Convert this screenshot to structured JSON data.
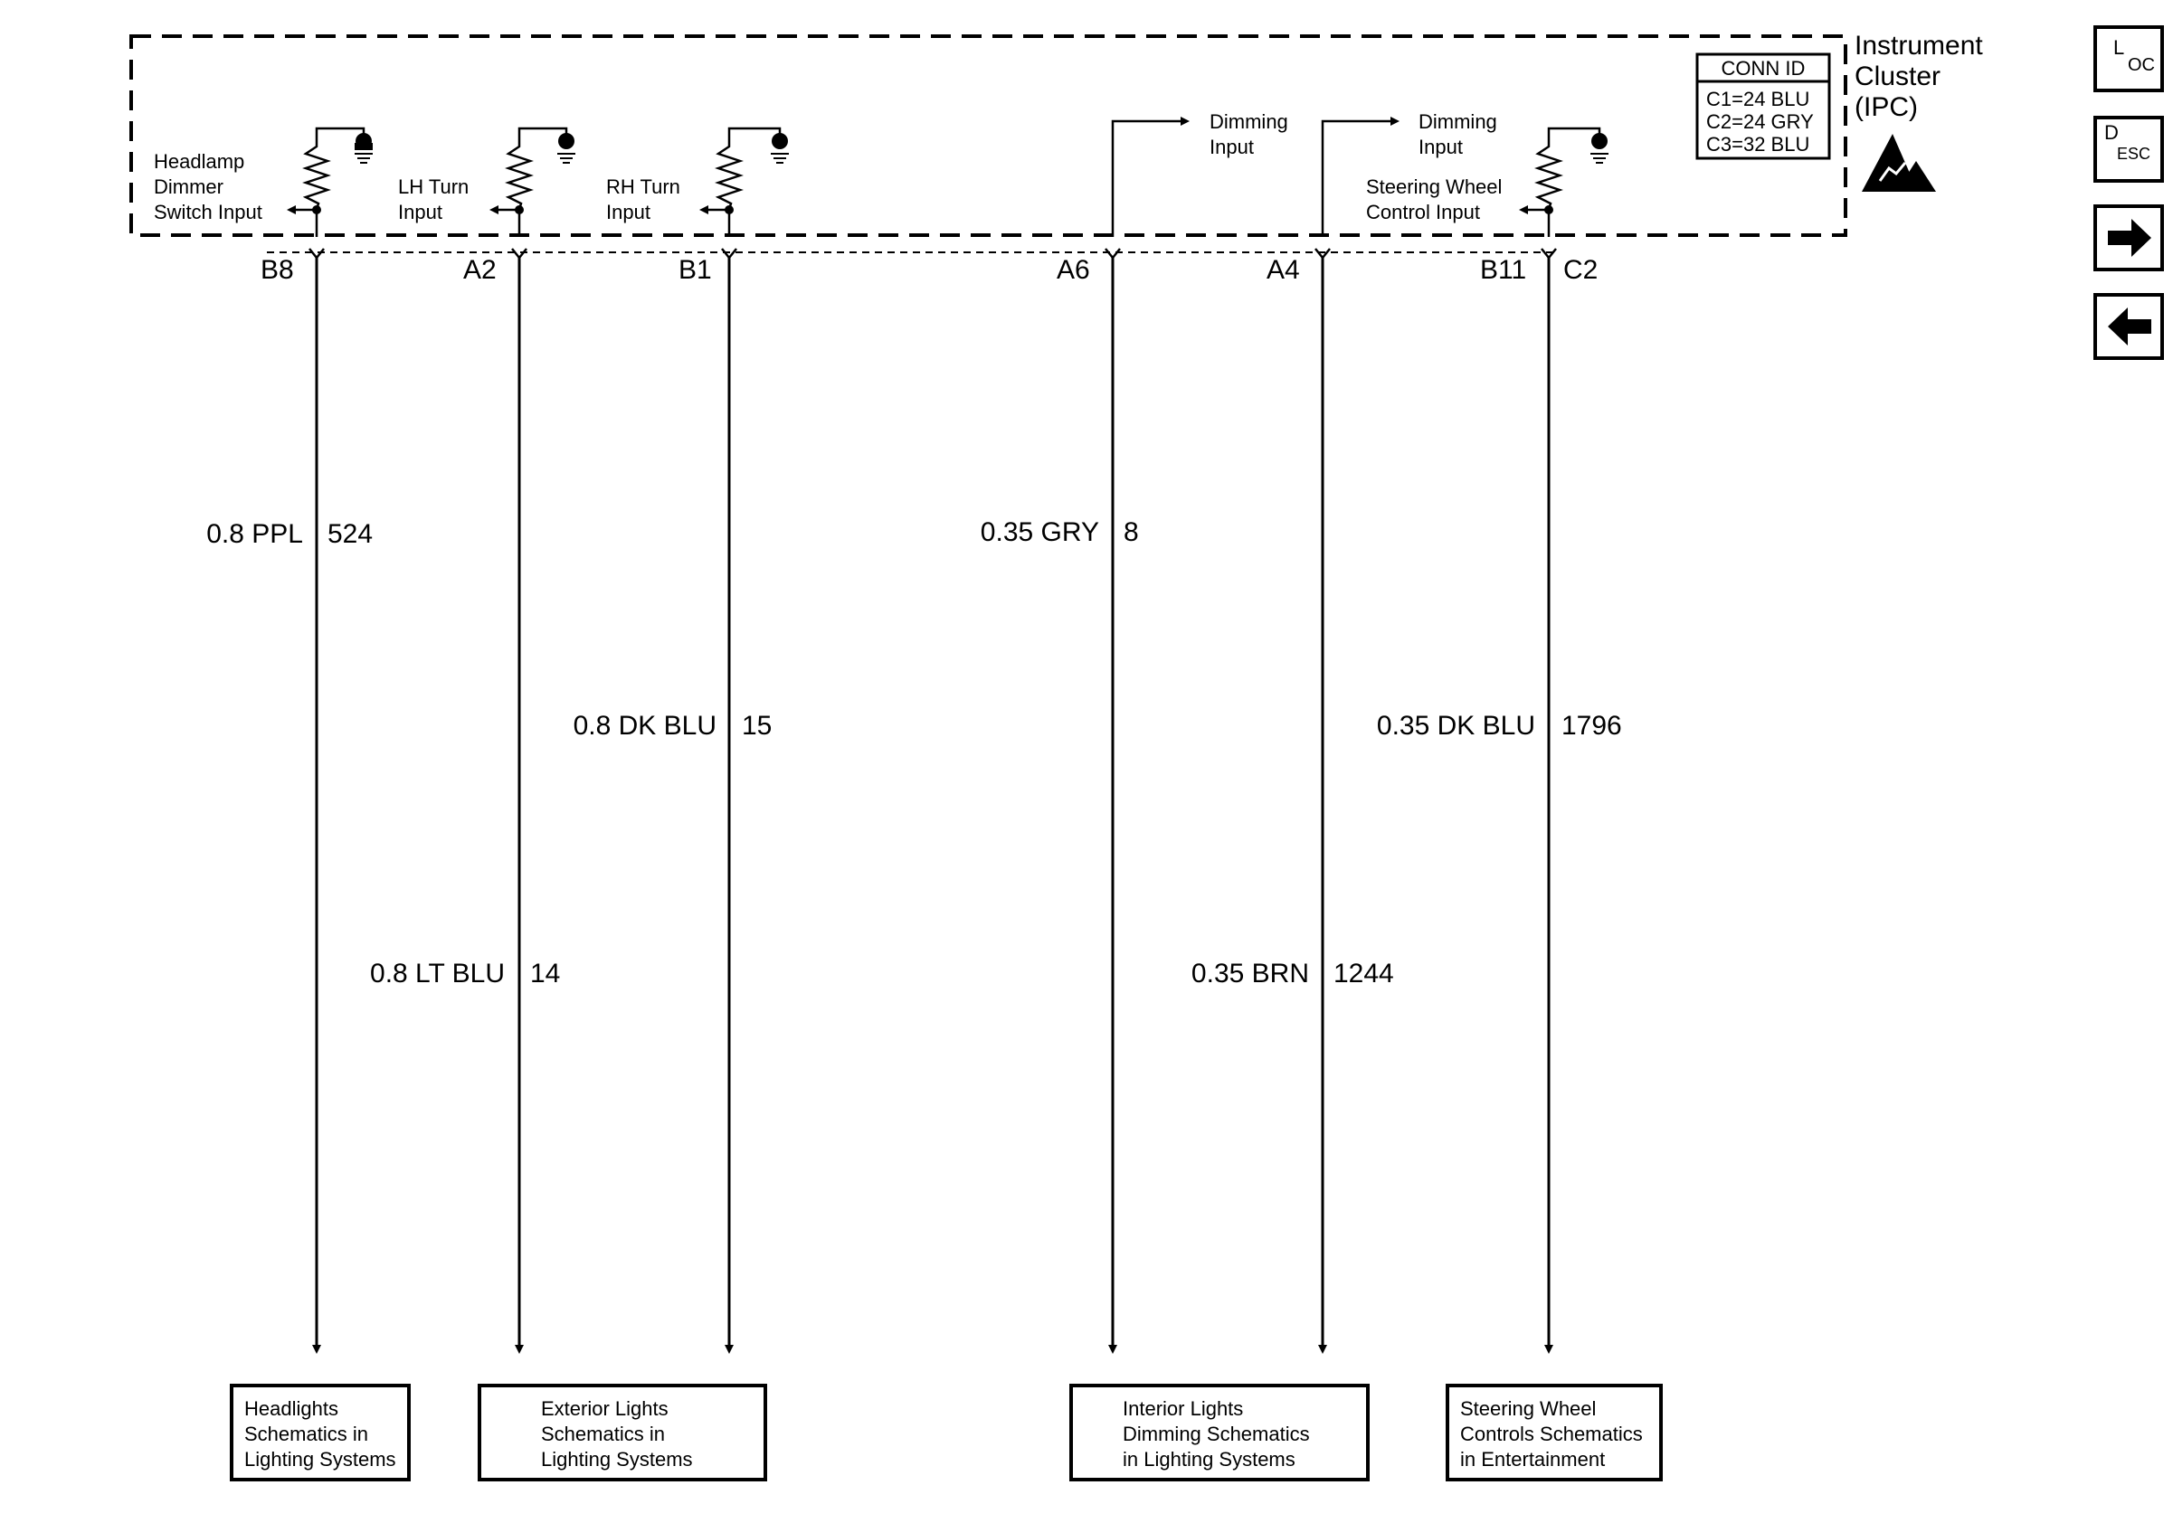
{
  "module": {
    "title_lines": [
      "Instrument",
      "Cluster",
      "(IPC)"
    ],
    "conn_id": {
      "header": "CONN ID",
      "rows": [
        "C1=24 BLU",
        "C2=24 GRY",
        "C3=32 BLU"
      ]
    }
  },
  "inputs": {
    "headlamp": [
      "Headlamp",
      "Dimmer",
      "Switch Input"
    ],
    "lh_turn": [
      "LH Turn",
      "Input"
    ],
    "rh_turn": [
      "RH Turn",
      "Input"
    ],
    "dimming_1": [
      "Dimming",
      "Input"
    ],
    "dimming_2": [
      "Dimming",
      "Input"
    ],
    "steering": [
      "Steering Wheel",
      "Control Input"
    ]
  },
  "pins": {
    "b8": "B8",
    "a2": "A2",
    "b1": "B1",
    "a6": "A6",
    "a4": "A4",
    "b11": "B11",
    "c2": "C2"
  },
  "wires": {
    "w524": {
      "gauge_color": "0.8 PPL",
      "circuit": "524"
    },
    "w14": {
      "gauge_color": "0.8 LT BLU",
      "circuit": "14"
    },
    "w15": {
      "gauge_color": "0.8 DK BLU",
      "circuit": "15"
    },
    "w8": {
      "gauge_color": "0.35 GRY",
      "circuit": "8"
    },
    "w1244": {
      "gauge_color": "0.35 BRN",
      "circuit": "1244"
    },
    "w1796": {
      "gauge_color": "0.35 DK BLU",
      "circuit": "1796"
    }
  },
  "references": {
    "headlights": [
      "Headlights",
      "Schematics in",
      "Lighting Systems"
    ],
    "exterior": [
      "Exterior Lights",
      "Schematics in",
      "Lighting Systems"
    ],
    "interior": [
      "Interior Lights",
      "Dimming Schematics",
      "in Lighting Systems"
    ],
    "steering": [
      "Steering Wheel",
      "Controls Schematics",
      "in Entertainment"
    ]
  },
  "nav_buttons": {
    "loc": {
      "big": "L",
      "small": "OC",
      "icon": "loc-icon"
    },
    "desc": {
      "big": "D",
      "small": "ESC",
      "icon": "desc-icon"
    },
    "next": {
      "icon": "arrow-right-icon"
    },
    "prev": {
      "icon": "arrow-left-icon"
    }
  }
}
